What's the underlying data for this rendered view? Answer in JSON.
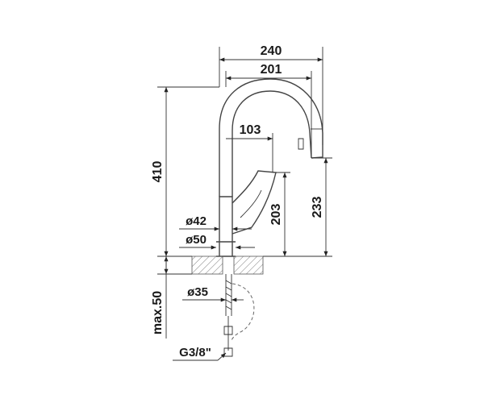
{
  "dimensions": {
    "width_total": "240",
    "reach": "201",
    "spout_offset": "103",
    "height_total": "410",
    "spout_height": "233",
    "lever_height": "203",
    "dia_lever": "ø42",
    "dia_base": "ø50",
    "dia_shank": "ø35",
    "max_thickness": "max.50",
    "connection": "G3/8\""
  },
  "colors": {
    "line": "#444444",
    "text": "#1a1a1a",
    "counter_hatch": "#555555"
  }
}
